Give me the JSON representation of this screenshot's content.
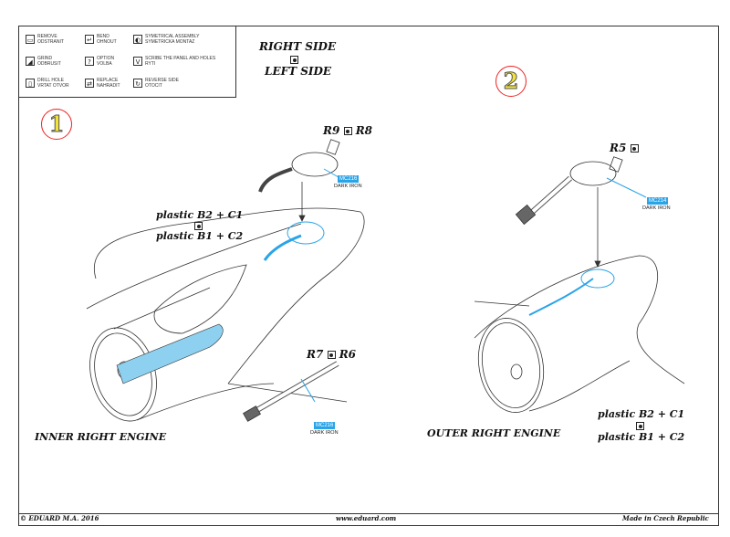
{
  "legend": {
    "items": [
      {
        "icon": "remove-icon",
        "glyph": "▭",
        "text": "REMOVE\nODSTRANIT"
      },
      {
        "icon": "bend-icon",
        "glyph": "↵",
        "text": "BEND\nOHNOUT"
      },
      {
        "icon": "symmetrical-icon",
        "glyph": "◐",
        "text": "SYMETRICAL ASSEMBLY\nSYMETRICKA MONTAZ"
      },
      {
        "icon": "grind-icon",
        "glyph": "◢",
        "text": "GRIND\nODBRUSIT"
      },
      {
        "icon": "option-icon",
        "glyph": "?",
        "text": "OPTION\nVOLBA"
      },
      {
        "icon": "scribe-icon",
        "glyph": "V",
        "text": "SCRIBE THE PANEL AND HOLES\nRYTI"
      },
      {
        "icon": "drill-icon",
        "glyph": "▯",
        "text": "DRILL HOLE\nVRTAT OTVOR"
      },
      {
        "icon": "replace-icon",
        "glyph": "⇄",
        "text": "REPLACE\nNAHRADIT"
      },
      {
        "icon": "reverse-side-icon",
        "glyph": "↻",
        "text": "REVERSE SIDE\nOTOCIT"
      }
    ]
  },
  "side": {
    "right": "RIGHT SIDE",
    "left": "LEFT SIDE"
  },
  "steps": [
    {
      "number": "1",
      "title": "INNER RIGHT ENGINE",
      "parts_top": {
        "a": "R9",
        "b": "R8"
      },
      "paint_top": {
        "code": "MC216",
        "name": "DARK IRON"
      },
      "plastic": {
        "a": "plastic B2 + C1",
        "b": "plastic B1 + C2"
      },
      "parts_bottom": {
        "a": "R7",
        "b": "R6"
      },
      "paint_bottom": {
        "code": "MC216",
        "name": "DARK IRON"
      }
    },
    {
      "number": "2",
      "title": "OUTER RIGHT ENGINE",
      "parts_top": {
        "a": "R5"
      },
      "paint_top": {
        "code": "MC214",
        "name": "DARK IRON"
      },
      "plastic": {
        "a": "plastic B2 + C1",
        "b": "plastic B1 + C2"
      }
    }
  ],
  "footer": {
    "copyright": "© EDUARD  M.A. 2016",
    "website": "www.eduard.com",
    "made_in": "Made in Czech Republic"
  },
  "colors": {
    "highlight": "#2aa4e8",
    "step_ring": "#e22222",
    "step_number": "#f2e23a"
  }
}
